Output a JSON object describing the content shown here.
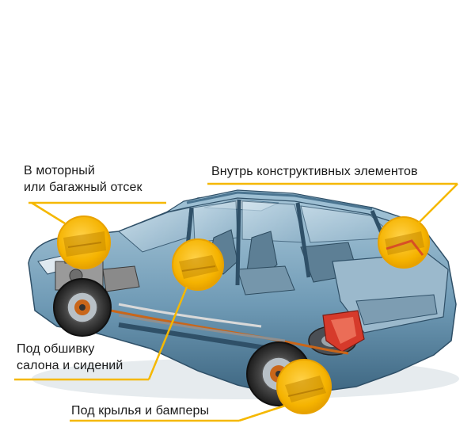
{
  "callouts": {
    "engine_bay": {
      "line1": "В моторный",
      "line2": "или багажный отсек"
    },
    "structural": {
      "text": "Внутрь конструктивных элементов"
    },
    "interior": {
      "line1": "Под обшивку",
      "line2": "салона и сидений"
    },
    "fenders": {
      "text": "Под крылья и бамперы"
    }
  },
  "colors": {
    "accent": "#f5b800",
    "car_body": "#7fa9c3",
    "car_shadow": "#3e6680",
    "rust": "#c9661a",
    "taillight": "#d63a2b"
  }
}
